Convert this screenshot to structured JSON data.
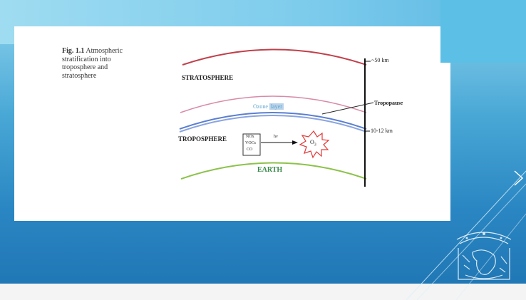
{
  "caption": {
    "fig_label": "Fig. 1.1",
    "text_line1": "Atmospheric",
    "text_line2": "stratification into",
    "text_line3": "troposphere and",
    "text_line4": "stratosphere"
  },
  "layers": {
    "stratosphere": "STRATOSPHERE",
    "ozone_word": "Ozone",
    "ozone_layer_word": "layer",
    "troposphere": "TROPOSPHERE",
    "earth": "EARTH"
  },
  "axis": {
    "top_tick": "~50 km",
    "tropopause": "Tropopause",
    "lower_tick": "10-12 km"
  },
  "reaction": {
    "reactants": [
      "NOx",
      "VOCs",
      "CO"
    ],
    "light": "hν",
    "product": "O",
    "product_subscript": "3"
  },
  "colors": {
    "stratosphere_arc": "#c0404a",
    "ozone_arc": "#d88aa8",
    "tropopause_arc": "#5b7fd0",
    "earth_arc": "#8cc24a",
    "ozone_text": "#5aa6cf",
    "ozone_highlight": "#b9d3ea",
    "earth_text": "#3a8a4a",
    "burst": "#e23a3a"
  },
  "logo_icon": "university-seal-icon"
}
